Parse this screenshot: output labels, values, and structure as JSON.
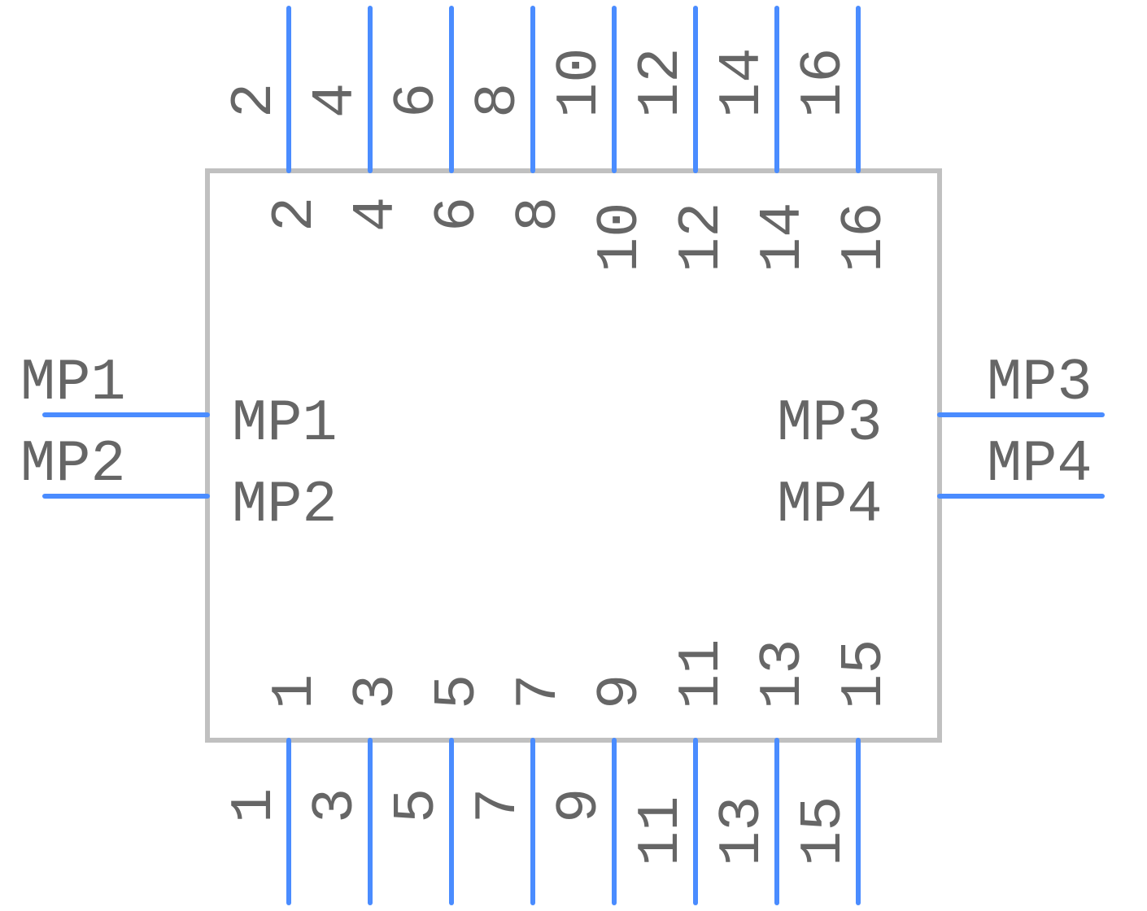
{
  "component": {
    "colors": {
      "body_outline": "#c0c0c0",
      "pin": "#4a8cff",
      "label": "#666666",
      "background": "#ffffff"
    },
    "top_pins": [
      "2",
      "4",
      "6",
      "8",
      "10",
      "12",
      "14",
      "16"
    ],
    "bottom_pins": [
      "1",
      "3",
      "5",
      "7",
      "9",
      "11",
      "13",
      "15"
    ],
    "left_pins": [
      "MP1",
      "MP2"
    ],
    "right_pins": [
      "MP3",
      "MP4"
    ]
  }
}
